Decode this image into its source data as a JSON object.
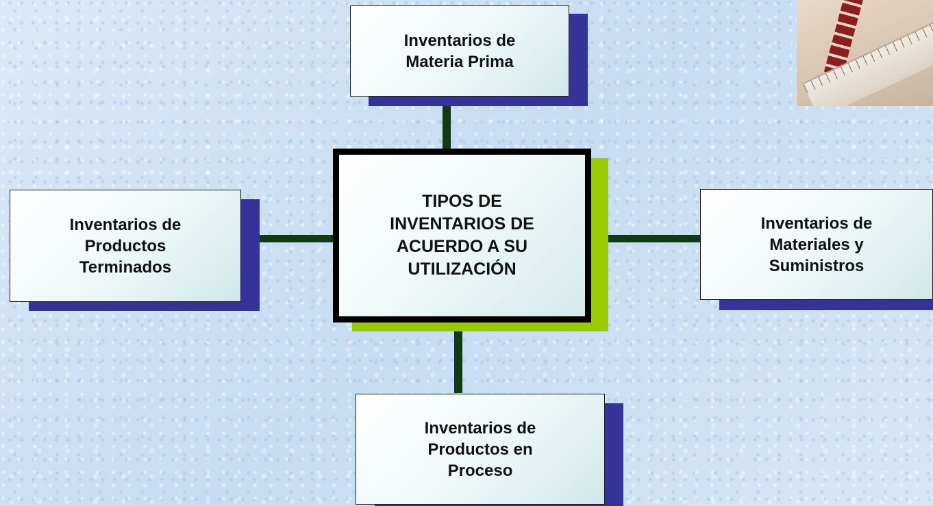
{
  "center": {
    "label": "TIPOS DE\nINVENTARIOS DE\nACUERDO A SU\nUTILIZACIÓN"
  },
  "nodes": {
    "top": {
      "label": "Inventarios de\nMateria Prima"
    },
    "left": {
      "label": "Inventarios de\nProductos\nTerminados"
    },
    "right": {
      "label": "Inventarios de\nMateriales y\nSuministros"
    },
    "bottom": {
      "label": "Inventarios de\nProductos en\nProceso"
    }
  },
  "colors": {
    "connector": "#0f3a12",
    "box_shadow": "#333399",
    "center_shadow": "#99cc00",
    "background": "#cfe3f5"
  },
  "decor": {
    "photo_icon": "thermometer-ruler-photo"
  }
}
